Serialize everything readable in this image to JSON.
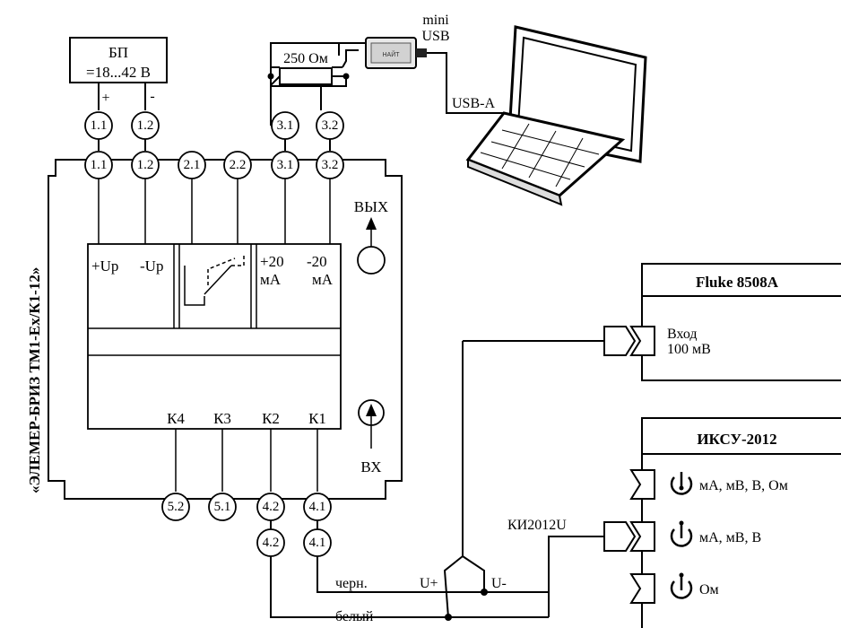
{
  "power_supply": {
    "title": "БП",
    "voltage": "=18...42 В",
    "plus": "+",
    "minus": "-"
  },
  "resistor": {
    "value": "250 Ом"
  },
  "usb": {
    "top": "mini",
    "bottom": "USB",
    "usb_a": "USB-A"
  },
  "adapter_label": "НАЙТ",
  "device": {
    "name": "«ЭЛЕМЕР-БРИЗ ТМ1-Ex/К1-12»",
    "top_terminals": [
      "1.1",
      "1.2",
      "2.1",
      "2.2",
      "3.1",
      "3.2"
    ],
    "module_power": [
      "+Up",
      "-Up"
    ],
    "module_out_plus": [
      "+20",
      "мА"
    ],
    "module_out_minus": [
      "-20",
      "мА"
    ],
    "channels": [
      "К4",
      "К3",
      "К2",
      "К1"
    ],
    "out_label": "ВЫХ",
    "in_label": "ВХ"
  },
  "psu_terminals": [
    "1.1",
    "1.2"
  ],
  "res_terminals": [
    "3.1",
    "3.2"
  ],
  "bottom_terminals": [
    "5.2",
    "5.1",
    "4.2",
    "4.1"
  ],
  "lower_terminals": [
    "4.2",
    "4.1"
  ],
  "wires": {
    "black": "черн.",
    "white": "белый",
    "u_plus": "U+",
    "u_minus": "U-"
  },
  "fluke": {
    "title": "Fluke 8508A",
    "input1": "Вход",
    "input2": "100 мВ"
  },
  "iksu": {
    "title": "ИКСУ-2012",
    "ch1": "мА, мВ, В, Ом",
    "ch2": "мА, мВ, В",
    "ch3": "Ом",
    "adapter": "КИ2012U"
  }
}
